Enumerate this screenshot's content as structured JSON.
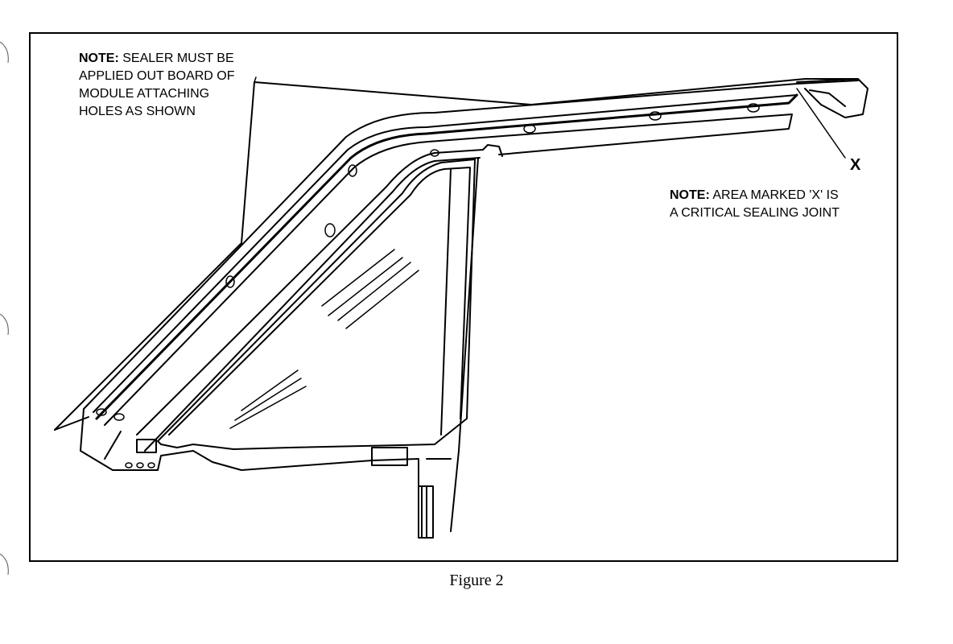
{
  "notes": {
    "sealer": {
      "prefix": "NOTE:",
      "text": " SEALER MUST BE\nAPPLIED OUT BOARD OF\nMODULE ATTACHING\nHOLES AS SHOWN"
    },
    "joint": {
      "prefix": "NOTE:",
      "text": " AREA MARKED 'X' IS\nA CRITICAL SEALING JOINT"
    }
  },
  "marker_label": "X",
  "caption": "Figure 2"
}
